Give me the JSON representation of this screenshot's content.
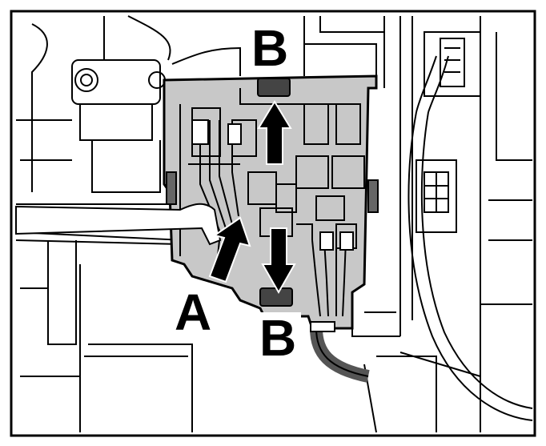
{
  "figure": {
    "callouts": {
      "b_top": "B",
      "a": "A",
      "b_bottom": "B"
    },
    "colors": {
      "line": "#000000",
      "fuse_box_fill": "#c8c8c8",
      "background": "#ffffff",
      "harness": "#555555"
    },
    "icon_names": [
      "arrow-up-icon",
      "arrow-down-icon",
      "arrow-diagonal-icon"
    ]
  }
}
